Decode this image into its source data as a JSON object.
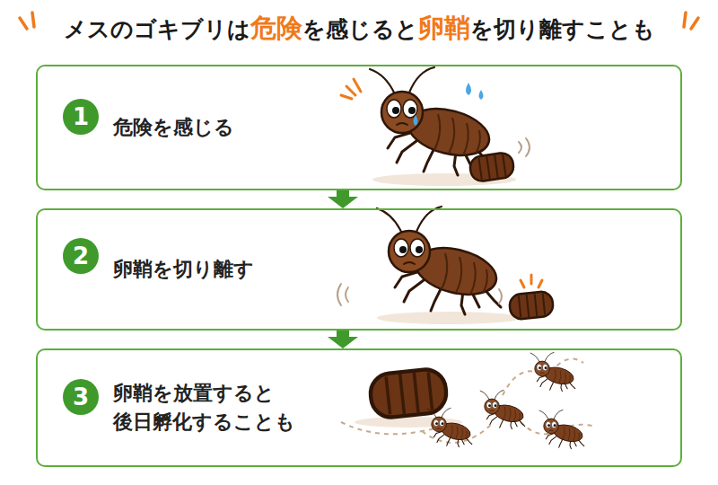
{
  "diagram": {
    "title": "メスのゴキブリは危険を感じると卵鞘を切り離すことも",
    "nodes": [
      {
        "text": [
          "危険を感じる"
        ]
      },
      {
        "text": [
          "1"
        ],
        "in": 0
      },
      {
        "text": [
          "卵鞘を切り離す"
        ]
      },
      {
        "text": [
          "2"
        ],
        "in": 2
      },
      {
        "text": [
          "卵鞘を放置すると 後日孵化することも"
        ]
      },
      {
        "text": [
          "3"
        ],
        "in": 4
      }
    ],
    "edges": [
      {
        "from": 0,
        "to": 2,
        "arrow": "to"
      },
      {
        "from": 2,
        "to": 4,
        "arrow": "to"
      }
    ]
  }
}
